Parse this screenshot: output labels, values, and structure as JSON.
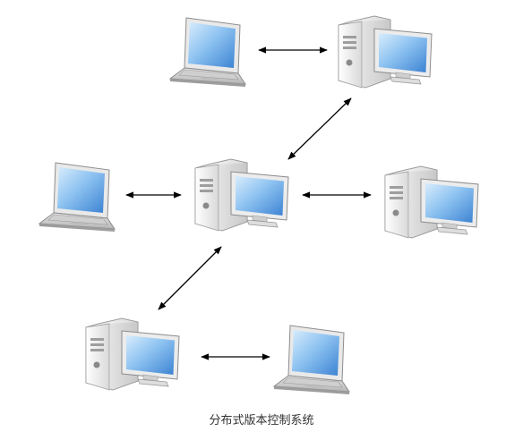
{
  "caption": "分布式版本控制系统",
  "nodes": [
    {
      "id": "laptop-top",
      "type": "laptop"
    },
    {
      "id": "desktop-top",
      "type": "desktop"
    },
    {
      "id": "laptop-left",
      "type": "laptop"
    },
    {
      "id": "desktop-center",
      "type": "desktop"
    },
    {
      "id": "desktop-right",
      "type": "desktop"
    },
    {
      "id": "desktop-bottom",
      "type": "desktop"
    },
    {
      "id": "laptop-bottom",
      "type": "laptop"
    }
  ],
  "links": [
    {
      "from": "laptop-top",
      "to": "desktop-top",
      "direction": "both"
    },
    {
      "from": "desktop-top",
      "to": "desktop-center",
      "direction": "both"
    },
    {
      "from": "laptop-left",
      "to": "desktop-center",
      "direction": "both"
    },
    {
      "from": "desktop-center",
      "to": "desktop-right",
      "direction": "both"
    },
    {
      "from": "desktop-center",
      "to": "desktop-bottom",
      "direction": "both"
    },
    {
      "from": "desktop-bottom",
      "to": "laptop-bottom",
      "direction": "both"
    }
  ],
  "colors": {
    "screen_light": "#cfe6fb",
    "screen_dark": "#3f86d6",
    "case_body": "#f2f2f2",
    "case_edge": "#9a9a9a",
    "arrow": "#000000"
  }
}
